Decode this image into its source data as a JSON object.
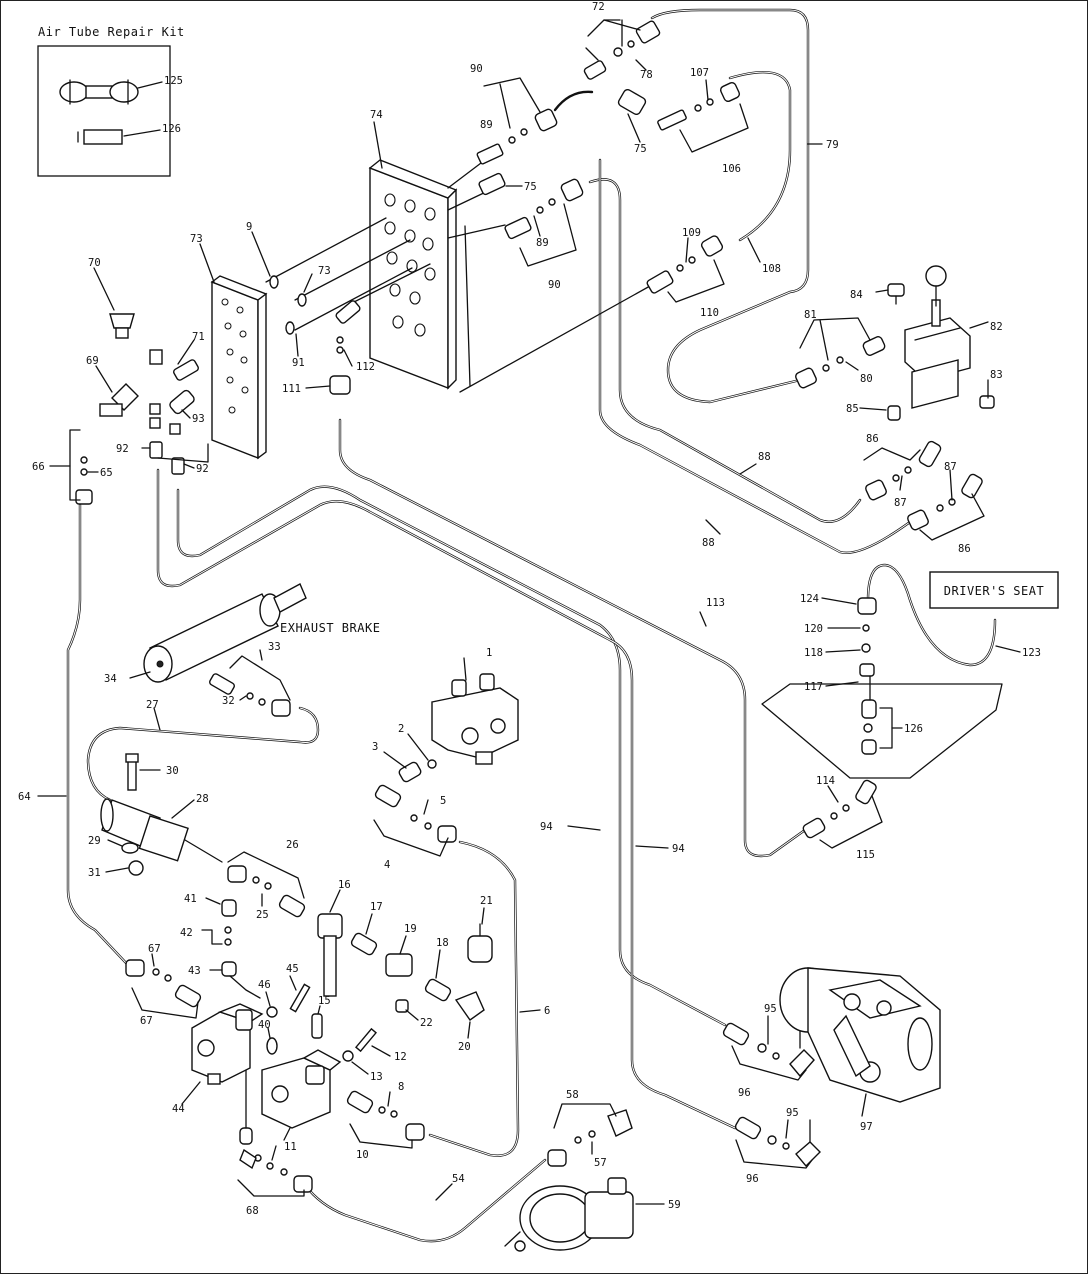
{
  "inset_title": "Air Tube Repair Kit",
  "driver_seat_label": "DRIVER'S SEAT",
  "exhaust_brake_label": "EXHAUST BRAKE",
  "labels": {
    "l72": "72",
    "l78": "78",
    "l90a": "90",
    "l89a": "89",
    "l107": "107",
    "l106": "106",
    "l75a": "75",
    "l75b": "75",
    "l79": "79",
    "l74": "74",
    "l73a": "73",
    "l73b": "73",
    "l9": "9",
    "l89b": "89",
    "l90b": "90",
    "l109": "109",
    "l110": "110",
    "l108": "108",
    "l70": "70",
    "l69": "69",
    "l71": "71",
    "l91": "91",
    "l112": "112",
    "l111": "111",
    "l93": "93",
    "l92a": "92",
    "l92b": "92",
    "l66": "66",
    "l65": "65",
    "l84": "84",
    "l81": "81",
    "l82": "82",
    "l80": "80",
    "l83": "83",
    "l85": "85",
    "l86a": "86",
    "l87a": "87",
    "l87b": "87",
    "l88a": "88",
    "l88b": "88",
    "l86b": "86",
    "l125": "125",
    "l126a": "126",
    "l126b": "126",
    "l124": "124",
    "l120": "120",
    "l118": "118",
    "l117": "117",
    "l123": "123",
    "l113": "113",
    "l114": "114",
    "l115": "115",
    "l34": "34",
    "l33": "33",
    "l32": "32",
    "l27": "27",
    "l30": "30",
    "l28": "28",
    "l29": "29",
    "l31": "31",
    "l64": "64",
    "l1": "1",
    "l2": "2",
    "l3": "3",
    "l5": "5",
    "l4": "4",
    "l94a": "94",
    "l94b": "94",
    "l26": "26",
    "l25": "25",
    "l16": "16",
    "l17": "17",
    "l18": "18",
    "l19": "19",
    "l21": "21",
    "l41": "41",
    "l42": "42",
    "l43": "43",
    "l46": "46",
    "l45": "45",
    "l40": "40",
    "l15": "15",
    "l22": "22",
    "l20": "20",
    "l12": "12",
    "l13": "13",
    "l6": "6",
    "l67a": "67",
    "l67b": "67",
    "l44": "44",
    "l11": "11",
    "l8": "8",
    "l10": "10",
    "l68": "68",
    "l54": "54",
    "l58": "58",
    "l57": "57",
    "l59": "59",
    "l95a": "95",
    "l95b": "95",
    "l96a": "96",
    "l96b": "96",
    "l97": "97"
  }
}
